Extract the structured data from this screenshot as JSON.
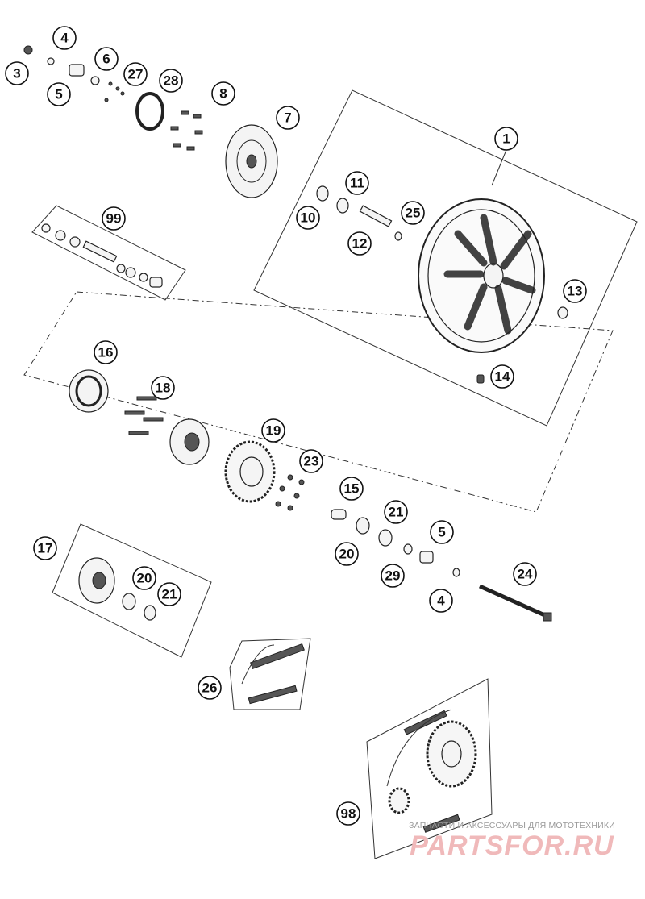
{
  "callouts": [
    "1",
    "3",
    "4",
    "5",
    "6",
    "27",
    "28",
    "8",
    "7",
    "99",
    "10",
    "11",
    "12",
    "25",
    "13",
    "14",
    "16",
    "18",
    "19",
    "23",
    "15",
    "21",
    "20",
    "5",
    "29",
    "4",
    "24",
    "17",
    "20",
    "21",
    "26",
    "98"
  ],
  "watermark": {
    "caption": "ЗАПЧАСТИ И АКСЕССУАРЫ ДЛЯ МОТОТЕХНИКИ",
    "logo": "PARTSFOR.RU",
    "logo_color": "#f0b9ba"
  }
}
